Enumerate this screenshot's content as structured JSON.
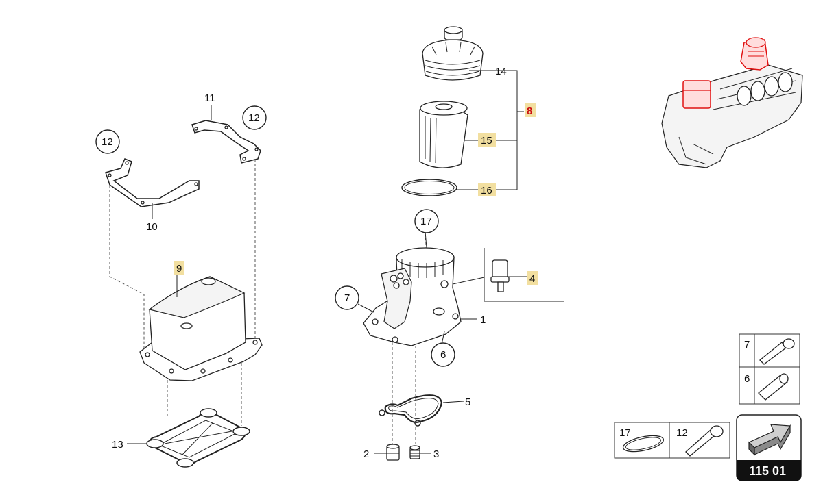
{
  "labels": {
    "p1": "1",
    "p2": "2",
    "p3": "3",
    "p4": "4",
    "p5": "5",
    "p6": "6",
    "p7": "7",
    "p8": "8",
    "p9": "9",
    "p10": "10",
    "p11": "11",
    "p12a": "12",
    "p12b": "12",
    "p13": "13",
    "p14": "14",
    "p15": "15",
    "p16": "16",
    "p17": "17"
  },
  "legend": {
    "item7": "7",
    "item6": "6",
    "item17": "17",
    "item12": "12"
  },
  "navigation": {
    "page_code": "115 01"
  },
  "colors": {
    "highlight": "#f2dfa0",
    "accent_red": "#cc1111",
    "ink": "#222222"
  }
}
